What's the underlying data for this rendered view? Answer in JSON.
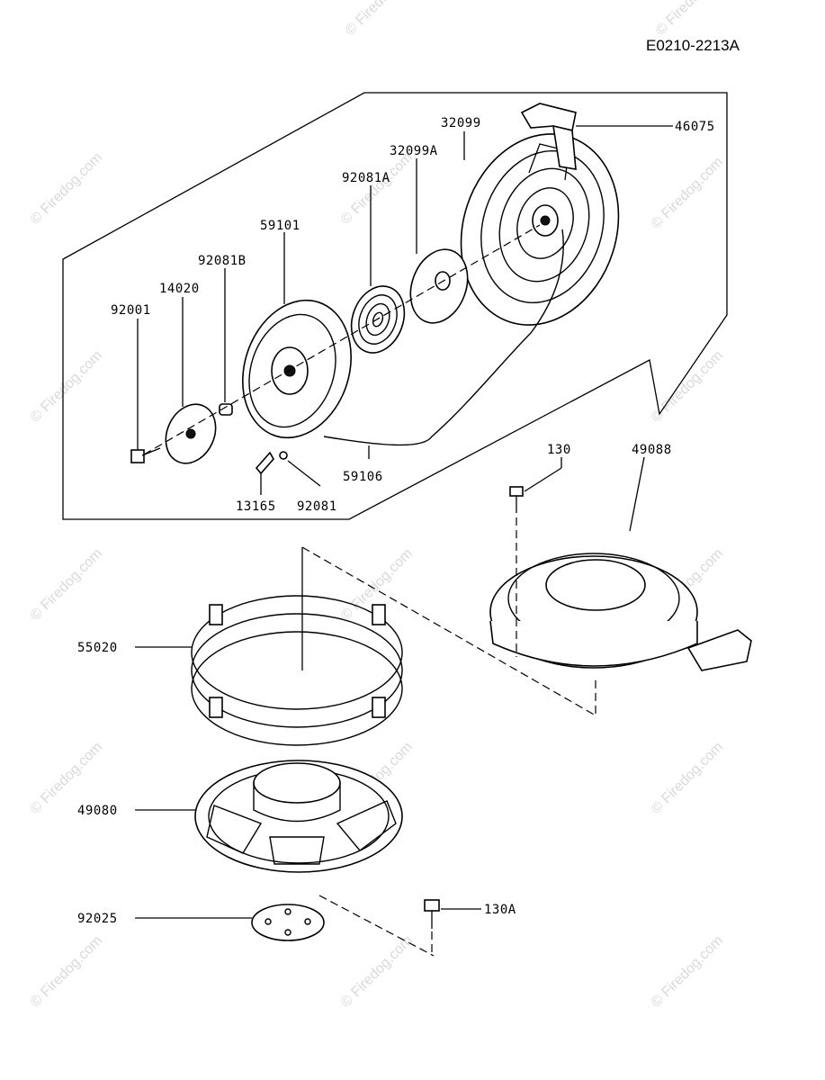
{
  "diagram_code": "E0210-2213A",
  "watermark_text": "© Firedog.com",
  "callouts": {
    "p46075": "46075",
    "p32099": "32099",
    "p32099A": "32099A",
    "p92081A": "92081A",
    "p59101": "59101",
    "p92081B": "92081B",
    "p14020": "14020",
    "p92001": "92001",
    "p59106": "59106",
    "p13165": "13165",
    "p92081": "92081",
    "p130": "130",
    "p49088": "49088",
    "p55020": "55020",
    "p49080": "49080",
    "p92025": "92025",
    "p130A": "130A"
  }
}
